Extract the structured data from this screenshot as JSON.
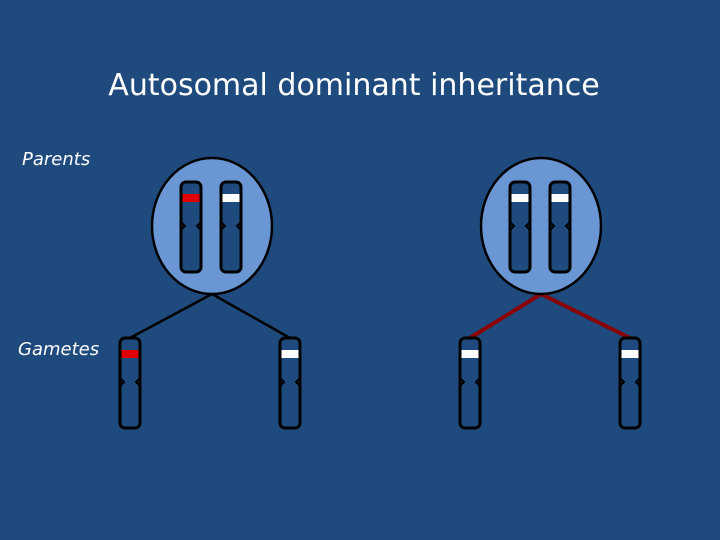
{
  "title": "Autosomal dominant inheritance",
  "labels": {
    "parents": "Parents",
    "gametes": "Gametes"
  },
  "colors": {
    "background": "#1f4a7d",
    "cell_fill": "#6a96d4",
    "chromosome_fill": "#1f4a7d",
    "outline": "#000000",
    "dominant_allele": "#e00000",
    "normal_allele": "#ffffff",
    "affected_parent_lines": "#000000",
    "unaffected_parent_lines": "#8b0000"
  },
  "parents": [
    {
      "id": "affected-parent",
      "chromosomes": [
        "dominant",
        "normal"
      ]
    },
    {
      "id": "unaffected-parent",
      "chromosomes": [
        "normal",
        "normal"
      ]
    }
  ],
  "gametes": [
    {
      "from": "affected-parent",
      "allele": "dominant"
    },
    {
      "from": "affected-parent",
      "allele": "normal"
    },
    {
      "from": "unaffected-parent",
      "allele": "normal"
    },
    {
      "from": "unaffected-parent",
      "allele": "normal"
    }
  ]
}
